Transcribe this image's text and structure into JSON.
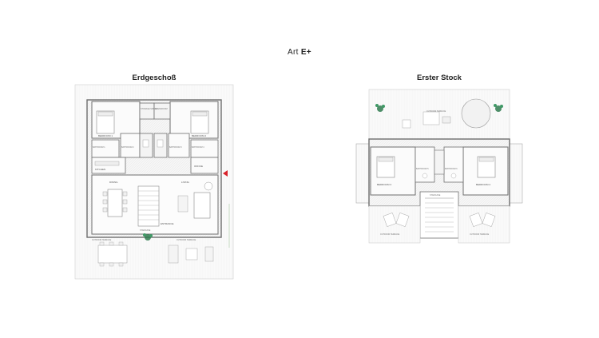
{
  "header": {
    "art_prefix": "Art",
    "art_value": "E+"
  },
  "ground_floor": {
    "title": "Erdgeschoß",
    "rooms": {
      "storage": "STORAGE SPACE",
      "dressroom": "DRESSROOM",
      "bedroom1": "BEDROOM 1",
      "bedroom2": "BEDROOM 2",
      "bathroom1": "BATHROOM 1",
      "bathroom2": "BATHROOM 2",
      "bathroom3": "BATHROOM 3",
      "bathroom4": "BATHROOM 4",
      "kitchen": "KITCHEN",
      "office": "OFFICE",
      "dining": "DINING",
      "living": "LIVING",
      "entrance": "ENTRANCE",
      "staircase": "STAIRCASE",
      "terrace_left": "OUTDOOR TERRACE",
      "terrace_right": "OUTDOOR TERRACE"
    }
  },
  "first_floor": {
    "title": "Erster Stock",
    "rooms": {
      "terrace_top": "OUTDOOR TERRACE",
      "bedroom3": "BEDROOM 3",
      "bedroom4": "BEDROOM 4",
      "bathroom5": "BATHROOM 5",
      "bathroom6": "BATHROOM 6",
      "staircase": "STAIRCASE",
      "terrace_left": "OUTDOOR TERRACE",
      "terrace_right": "OUTDOOR TERRACE"
    }
  },
  "colors": {
    "wall": "#6e6e6e",
    "floor_hatch": "#e7e7e7",
    "accent_marker": "#d9222a",
    "plant": "#2f7a4f"
  }
}
